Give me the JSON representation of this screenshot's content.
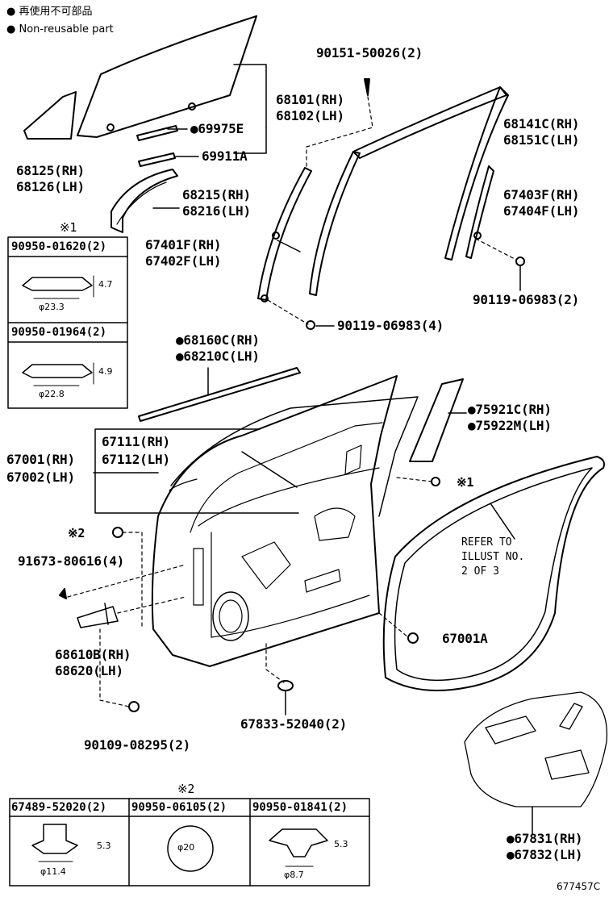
{
  "legend": {
    "line1": "● 再使用不可部品",
    "line2": "● Non-reusable part"
  },
  "labels": {
    "p90151": "90151-50026(2)",
    "p68101": "68101(RH)",
    "p68102": "68102(LH)",
    "p69975": "●69975E",
    "p69911": "69911A",
    "p68141": "68141C(RH)",
    "p68151": "68151C(LH)",
    "p68125": "68125(RH)",
    "p68126": "68126(LH)",
    "p68215": "68215(RH)",
    "p68216": "68216(LH)",
    "p67403": "67403F(RH)",
    "p67404": "67404F(LH)",
    "p67401": "67401F(RH)",
    "p67402": "67402F(LH)",
    "p90119a": "90119-06983(2)",
    "p90119b": "90119-06983(4)",
    "p68160": "●68160C(RH)",
    "p68210": "●68210C(LH)",
    "p75921": "●75921C(RH)",
    "p75922": "●75922M(LH)",
    "p67111": "67111(RH)",
    "p67112": "67112(LH)",
    "p67001": "67001(RH)",
    "p67002": "67002(LH)",
    "note1": "※1",
    "note2": "※2",
    "p91673": "91673-80616(4)",
    "p67001A": "67001A",
    "p68610": "68610B(RH)",
    "p68620": "68620(LH)",
    "p67833": "67833-52040(2)",
    "p90109": "90109-08295(2)",
    "p67831": "●67831(RH)",
    "p67832": "●67832(LH)",
    "refer1": "REFER TO",
    "refer2": "ILLUST NO.",
    "refer3": "2 OF 3",
    "code": "677457C"
  },
  "left_box": {
    "note": "※1",
    "top_part": "90950-01620(2)",
    "top_dim_h": "4.7",
    "top_dim_d": "φ23.3",
    "bot_part": "90950-01964(2)",
    "bot_dim_h": "4.9",
    "bot_dim_d": "φ22.8"
  },
  "bottom_boxes": {
    "note": "※2",
    "b1_part": "67489-52020(2)",
    "b1_dim_h": "5.3",
    "b1_dim_d": "φ11.4",
    "b2_part": "90950-06105(2)",
    "b2_dim_d": "φ20",
    "b3_part": "90950-01841(2)",
    "b3_dim_h": "5.3",
    "b3_dim_d": "φ8.7"
  }
}
